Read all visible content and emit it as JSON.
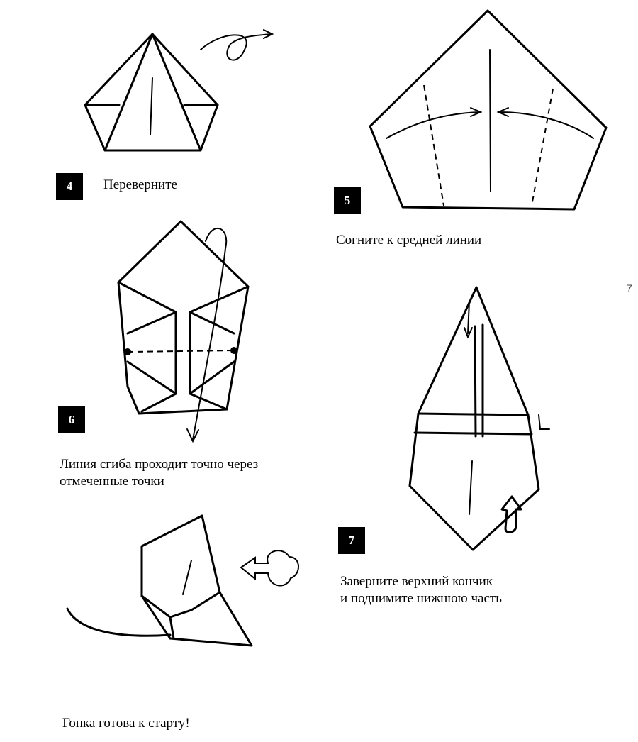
{
  "steps": [
    {
      "number": "4",
      "caption": "Переверните"
    },
    {
      "number": "5",
      "caption": "Согните к средней линии"
    },
    {
      "number": "6",
      "caption_line1": "Линия сгиба проходит точно через",
      "caption_line2": "отмеченные точки"
    },
    {
      "number": "7",
      "caption_line1": "Заверните верхний кончик",
      "caption_line2": "и поднимите нижнюю часть"
    }
  ],
  "final_caption": "Гонка готова к старту!",
  "page_mark": "7",
  "colors": {
    "ink": "#000000",
    "paper": "#ffffff"
  }
}
